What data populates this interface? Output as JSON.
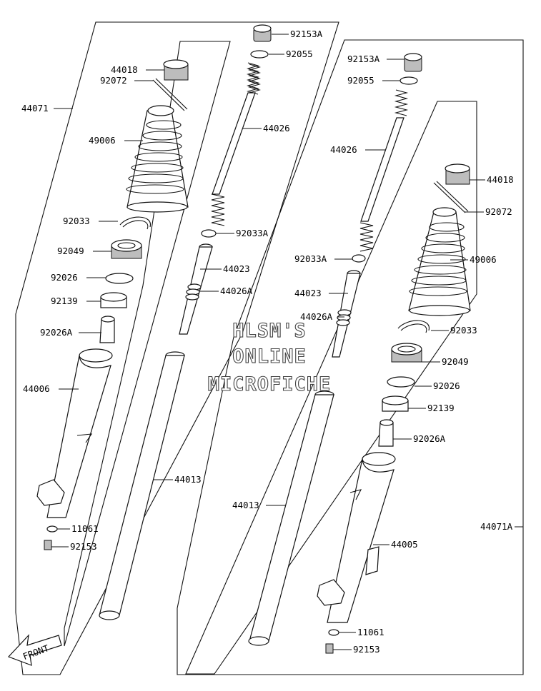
{
  "watermark": {
    "line1": "HLSM'S",
    "line2": "ONLINE",
    "line3": "MICROFICHE"
  },
  "front_arrow": {
    "label": "FRONT"
  },
  "left_fork": {
    "assembly": "44071",
    "parts": {
      "p92153A": "92153A",
      "p92055": "92055",
      "p44018": "44018",
      "p92072": "92072",
      "p44026": "44026",
      "p49006": "49006",
      "p92033": "92033",
      "p92033A": "92033A",
      "p92049": "92049",
      "p44023": "44023",
      "p92026": "92026",
      "p44026A": "44026A",
      "p92139": "92139",
      "p92026A": "92026A",
      "p44006": "44006",
      "p44013": "44013",
      "p11061": "11061",
      "p92153": "92153"
    }
  },
  "right_fork": {
    "assembly": "44071A",
    "parts": {
      "p92153A": "92153A",
      "p92055": "92055",
      "p44026": "44026",
      "p44018": "44018",
      "p92072": "92072",
      "p92033A": "92033A",
      "p49006": "49006",
      "p44023": "44023",
      "p44026A": "44026A",
      "p92033": "92033",
      "p92049": "92049",
      "p92026": "92026",
      "p92139": "92139",
      "p92026A": "92026A",
      "p44013": "44013",
      "p44005": "44005",
      "p11061": "11061",
      "p92153": "92153"
    }
  }
}
